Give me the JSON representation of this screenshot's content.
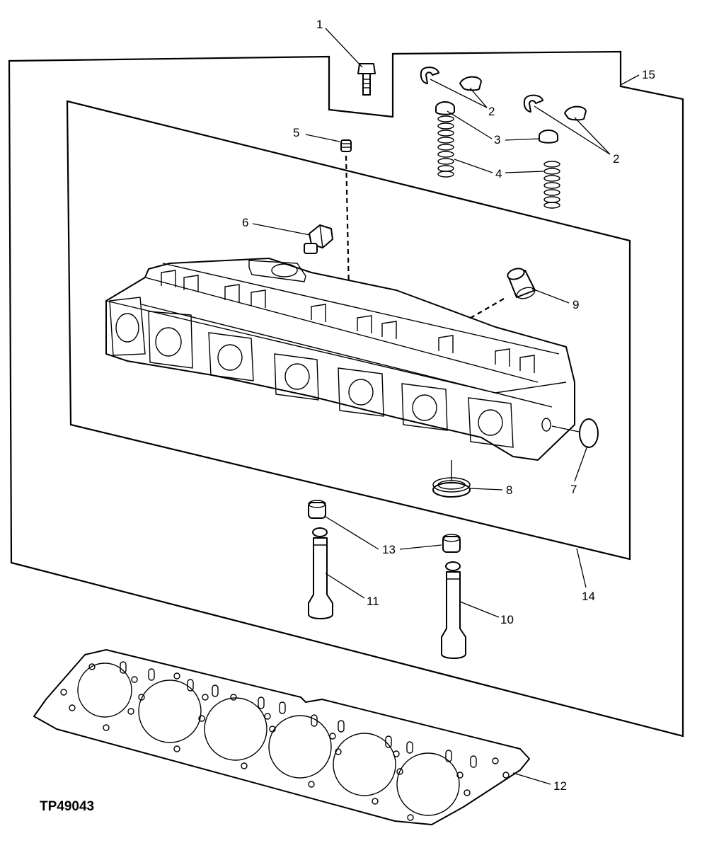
{
  "figure_id": "TP49043",
  "callouts": {
    "c1": "1",
    "c2a": "2",
    "c2b": "2",
    "c3a": "3",
    "c3b": "3",
    "c4a": "4",
    "c5": "5",
    "c6": "6",
    "c7": "7",
    "c8": "8",
    "c9": "9",
    "c10": "10",
    "c11": "11",
    "c12": "12",
    "c13": "13",
    "c14": "14",
    "c15": "15"
  }
}
